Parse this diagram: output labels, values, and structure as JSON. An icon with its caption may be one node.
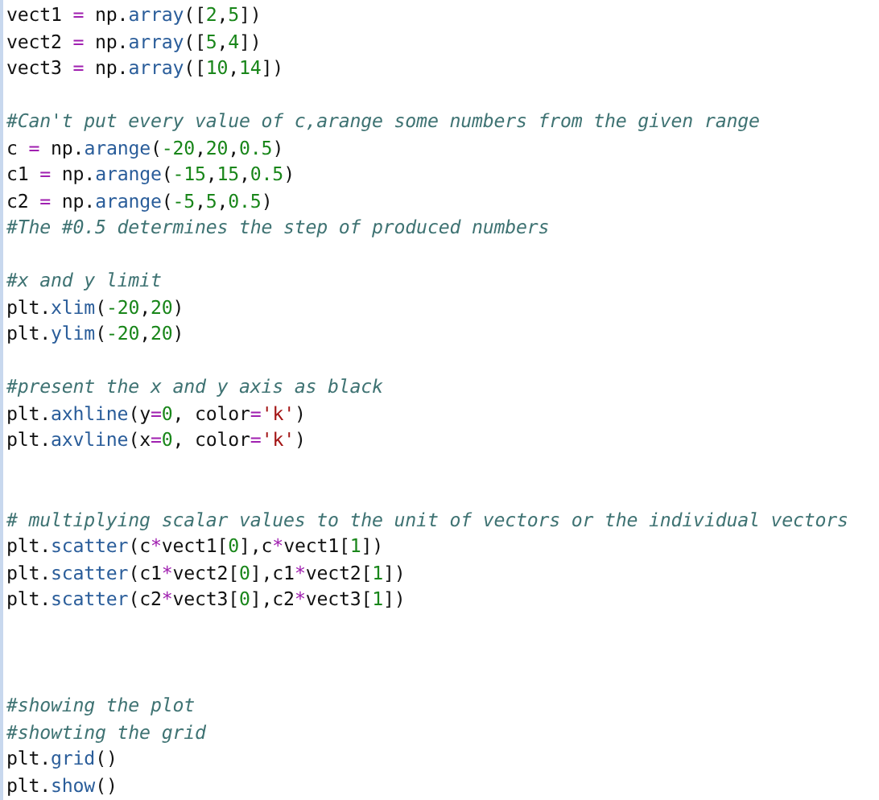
{
  "diagram": {
    "labels": [
      "vect1 = np.array([2,5])",
      "vect2 = np.array([5,4])",
      "vect3 = np.array([10,14])",
      "#Can't put every value of c,arange some numbers from the given range",
      "c = np.arange(-20,20,0.5)",
      "c1 = np.arange(-15,15,0.5)",
      "c2 = np.arange(-5,5,0.5)",
      "#The #0.5 determines the step of produced numbers",
      "#x and y limit",
      "plt.xlim(-20,20)",
      "plt.ylim(-20,20)",
      "#present the x and y axis as black",
      "plt.axhline(y=0, color='k')",
      "plt.axvline(x=0, color='k')",
      "# multiplying scalar values to the unit of vectors or the individual vectors",
      "plt.scatter(c*vect1[0],c*vect1[1])",
      "plt.scatter(c1*vect2[0],c1*vect2[1])",
      "plt.scatter(c2*vect3[0],c2*vect3[1])",
      "#showing the plot",
      "#showting the grid",
      "plt.grid()",
      "plt.show()"
    ]
  }
}
